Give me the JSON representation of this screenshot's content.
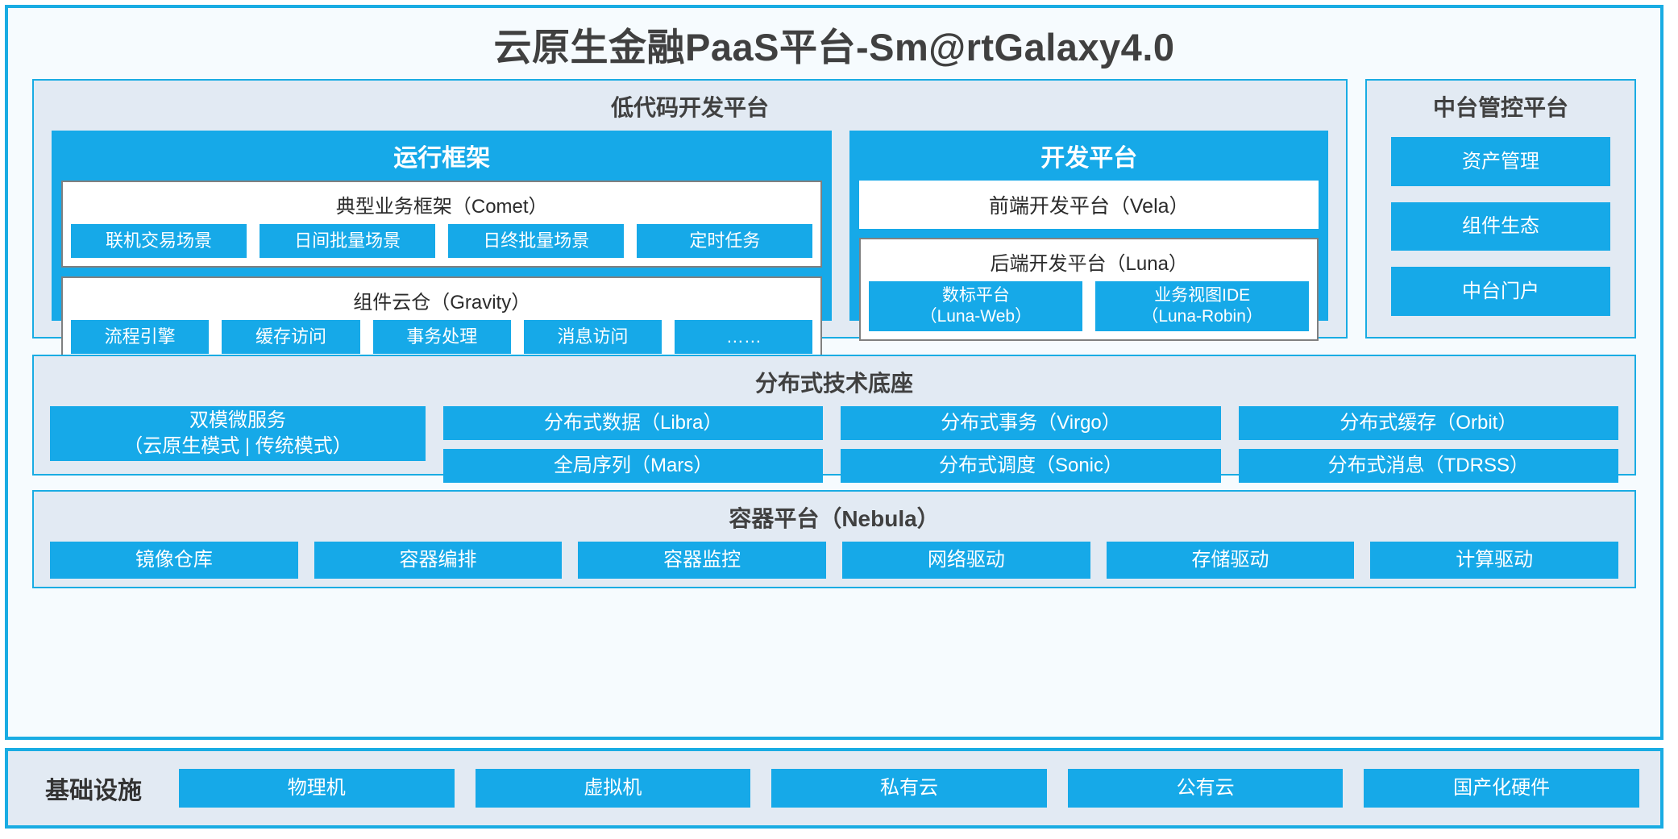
{
  "title": "云原生金融PaaS平台-Sm@rtGalaxy4.0",
  "lowcode": {
    "title": "低代码开发平台",
    "runtime": {
      "title": "运行框架",
      "comet": {
        "title": "典型业务框架（Comet）",
        "chips": [
          "联机交易场景",
          "日间批量场景",
          "日终批量场景",
          "定时任务"
        ]
      },
      "gravity": {
        "title": "组件云仓（Gravity）",
        "chips": [
          "流程引擎",
          "缓存访问",
          "事务处理",
          "消息访问",
          "……"
        ]
      }
    },
    "devplatform": {
      "title": "开发平台",
      "vela": "前端开发平台（Vela）",
      "luna": {
        "title": "后端开发平台（Luna）",
        "chips": [
          {
            "line1": "数标平台",
            "line2": "（Luna-Web）"
          },
          {
            "line1": "业务视图IDE",
            "line2": "（Luna-Robin）"
          }
        ]
      }
    }
  },
  "midoffice": {
    "title": "中台管控平台",
    "items": [
      "资产管理",
      "组件生态",
      "中台门户"
    ]
  },
  "base": {
    "title": "分布式技术底座",
    "wide": {
      "line1": "双模微服务",
      "line2": "（云原生模式 | 传统模式）"
    },
    "columns": [
      [
        "分布式数据（Libra）",
        "全局序列（Mars）"
      ],
      [
        "分布式事务（Virgo）",
        "分布式调度（Sonic）"
      ],
      [
        "分布式缓存（Orbit）",
        "分布式消息（TDRSS）"
      ]
    ]
  },
  "container": {
    "title": "容器平台（Nebula）",
    "chips": [
      "镜像仓库",
      "容器编排",
      "容器监控",
      "网络驱动",
      "存储驱动",
      "计算驱动"
    ]
  },
  "infrastructure": {
    "label": "基础设施",
    "chips": [
      "物理机",
      "虚拟机",
      "私有云",
      "公有云",
      "国产化硬件"
    ]
  },
  "colors": {
    "accent": "#16a9e8",
    "border": "#19ace3",
    "panel_bg": "#e2eaf3",
    "frame_bg": "#f6fbfe"
  }
}
